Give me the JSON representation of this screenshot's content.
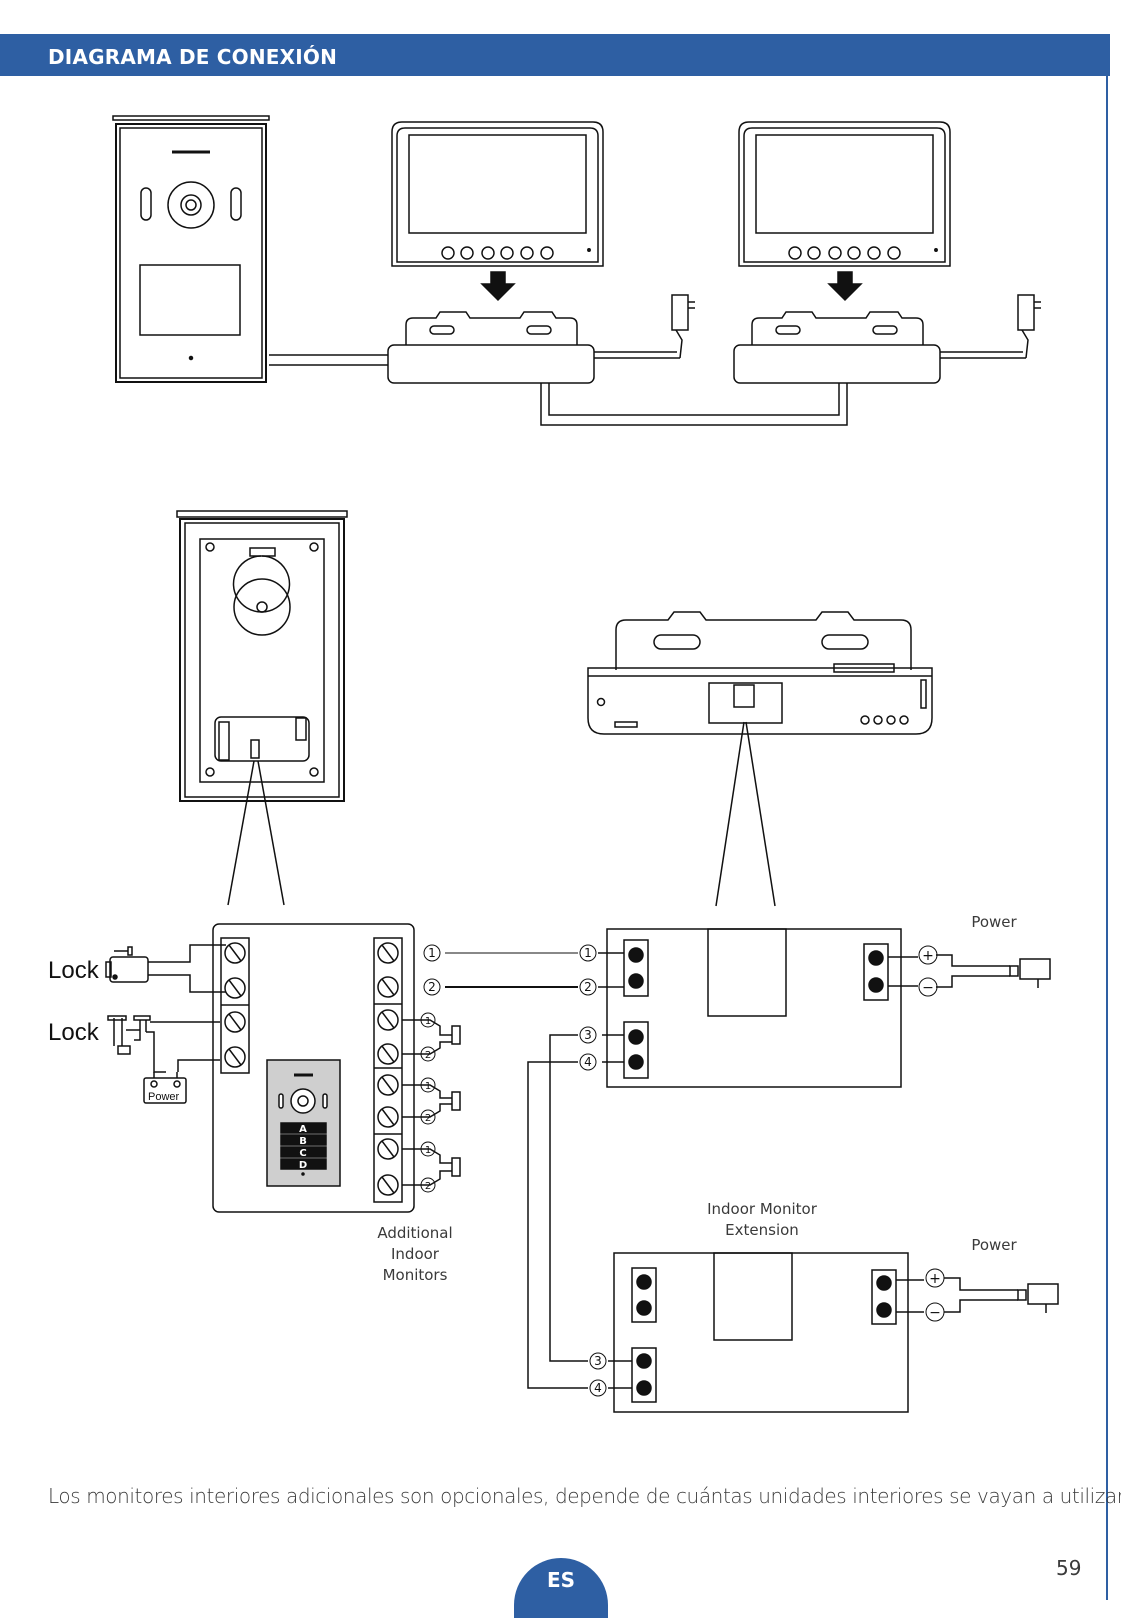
{
  "header": {
    "title": "DIAGRAMA DE CONEXIÓN"
  },
  "colors": {
    "accent": "#2e5fa3",
    "line": "#111111",
    "text": "#3a3a3a"
  },
  "diagram": {
    "lock_top": "Lock",
    "lock_bottom": "Lock",
    "power_small": "Power",
    "additional_monitors": [
      "Additional",
      "Indoor",
      "Monitors"
    ],
    "power_top": "Power",
    "extension": [
      "Indoor Monitor",
      "Extension"
    ],
    "power_bottom": "Power",
    "terminal_1": "1",
    "terminal_2": "2",
    "terminal_3": "3",
    "terminal_4": "4",
    "plus": "+",
    "minus": "−",
    "keypad": [
      "A",
      "B",
      "C",
      "D"
    ]
  },
  "footer": {
    "note": "Los monitores interiores adicionales son opcionales, depende de cuántas unidades interiores se vayan a utilizar.",
    "language": "ES",
    "page_number": "59"
  }
}
